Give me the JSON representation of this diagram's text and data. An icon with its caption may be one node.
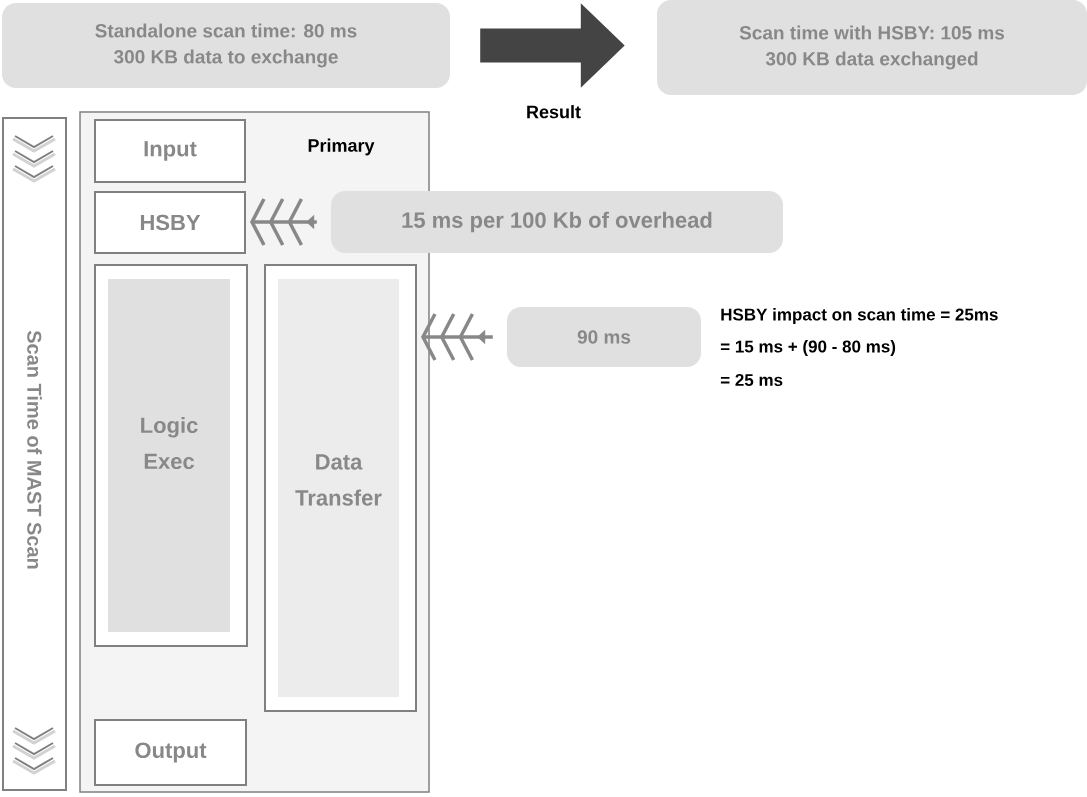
{
  "diagram": {
    "nodes": [
      {
        "text": [
          "Standalone scan time: 80 ms",
          "300 KB data to exchange"
        ]
      },
      {
        "text": [
          "Scan time with HSBY: 105 ms",
          "300 KB data exchanged"
        ]
      },
      {
        "text": [
          "Scan Time of MAST Scan"
        ]
      },
      {
        "text": [
          "Primary"
        ]
      },
      {
        "text": [
          "Input"
        ],
        "in": 3
      },
      {
        "text": [
          "HSBY"
        ],
        "in": 3
      },
      {
        "text": [
          "Logic Exec"
        ],
        "in": 3
      },
      {
        "text": [
          "Data Transfer"
        ],
        "in": 3
      },
      {
        "text": [
          "Output"
        ],
        "in": 3
      },
      {
        "text": [
          "15 ms per 100 Kb of overhead"
        ]
      },
      {
        "text": [
          "90 ms"
        ]
      }
    ],
    "edges": [
      {
        "from": 0,
        "to": 1,
        "arrow": "to",
        "label": "Result",
        "style": "thick",
        "color": "#444444"
      },
      {
        "from": 9,
        "to": 5,
        "arrow": "to"
      },
      {
        "from": 10,
        "to": 7,
        "arrow": "to"
      }
    ],
    "labels": [
      "HSBY impact on scan time = 25ms",
      "= 15 ms + (90 - 80 ms)",
      "= 25 ms"
    ]
  }
}
